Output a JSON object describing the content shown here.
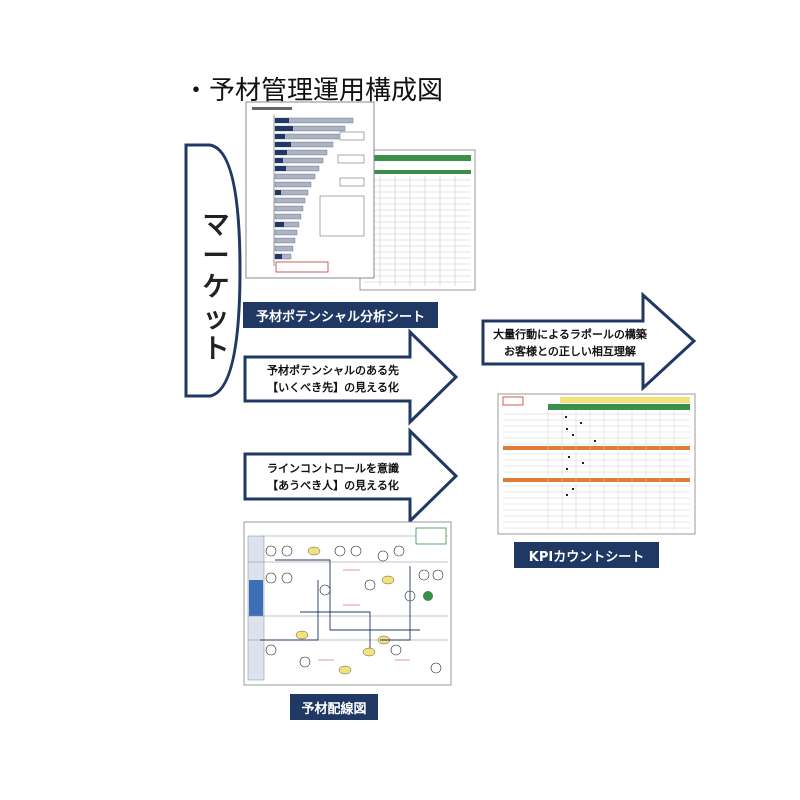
{
  "title": "・予材管理運用構成図",
  "market_label": "マーケット",
  "labels": {
    "potential_sheet": "予材ポテンシャル分析シート",
    "kpi_sheet": "KPIカウントシート",
    "wiring_diagram": "予材配線図"
  },
  "arrows": {
    "arrow1_line1": "予材ポテンシャルのある先",
    "arrow1_line2": "【いくべき先】の見える化",
    "arrow2_line1": "ラインコントロールを意識",
    "arrow2_line2": "【あうべき人】の見える化",
    "arrow3_line1": "大量行動によるラポールの構築",
    "arrow3_line2": "お客様との正しい相互理解"
  },
  "colors": {
    "navy": "#1f3864",
    "border": "#1f3864",
    "sheet_green": "#3a8f4a",
    "sheet_orange": "#e07b39",
    "yellow": "#f3e17a"
  }
}
